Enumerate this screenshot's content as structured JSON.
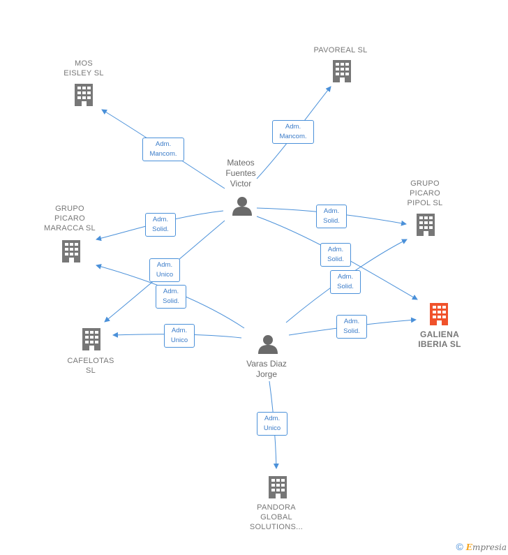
{
  "colors": {
    "edge": "#4a90d9",
    "building": "#777777",
    "building_highlight": "#f0522b",
    "person": "#6a6a6a"
  },
  "nodes": {
    "mos_eisley": "MOS\nEISLEY SL",
    "pavoreal": "PAVOREAL SL",
    "grupo_picaro_pipol": "GRUPO\nPICARO\nPIPOL SL",
    "grupo_picaro_maracca": "GRUPO\nPICARO\nMARACCA SL",
    "galiena_iberia": "GALIENA\nIBERIA SL",
    "cafelotas": "CAFELOTAS\nSL",
    "pandora": "PANDORA\nGLOBAL\nSOLUTIONS..."
  },
  "persons": {
    "mateos": "Mateos\nFuentes\nVictor",
    "varas": "Varas Diaz\nJorge"
  },
  "edges": {
    "e1": "Adm.\nMancom.",
    "e2": "Adm.\nMancom.",
    "e3": "Adm.\nSolid.",
    "e4": "Adm.\nSolid.",
    "e5": "Adm.\nSolid.",
    "e6": "Adm.\nUnico",
    "e7": "Adm.\nSolid.",
    "e8": "Adm.\nSolid.",
    "e9": "Adm.\nSolid.",
    "e10": "Adm.\nUnico",
    "e11": "Adm.\nUnico"
  },
  "footer": {
    "copyright": "©",
    "brand_first": "E",
    "brand_rest": "mpresia"
  }
}
